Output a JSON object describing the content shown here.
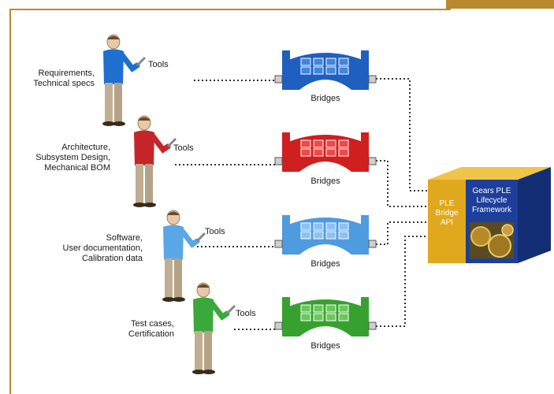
{
  "rows": [
    {
      "id": "req",
      "label_lines": [
        "Requirements,",
        "Technical specs"
      ],
      "tools": "Tools",
      "bridge": "Bridges",
      "color": "#1f5fbf",
      "color_light": "#3f86de",
      "shirt": "#1f6fcf"
    },
    {
      "id": "arch",
      "label_lines": [
        "Architecture,",
        "Subsystem Design,",
        "Mechanical BOM"
      ],
      "tools": "Tools",
      "bridge": "Bridges",
      "color": "#d01f1f",
      "color_light": "#ee4a4a",
      "shirt": "#c6252a"
    },
    {
      "id": "sw",
      "label_lines": [
        "Software,",
        "User documentation,",
        "Calibration data"
      ],
      "tools": "Tools",
      "bridge": "Bridges",
      "color": "#4f9be0",
      "color_light": "#8cc2f2",
      "shirt": "#5aa7e6"
    },
    {
      "id": "test",
      "label_lines": [
        "Test cases,",
        "Certification"
      ],
      "tools": "Tools",
      "bridge": "Bridges",
      "color": "#37a12f",
      "color_light": "#68c95a",
      "shirt": "#3aa83a"
    }
  ],
  "api_box": {
    "lines": [
      "PLE",
      "Bridge",
      "API"
    ],
    "color": "#e0a81c"
  },
  "framework_box": {
    "lines": [
      "Gears PLE",
      "Lifecycle",
      "Framework"
    ],
    "color": "#1d3f9a"
  },
  "frame_color": "#b8892e"
}
